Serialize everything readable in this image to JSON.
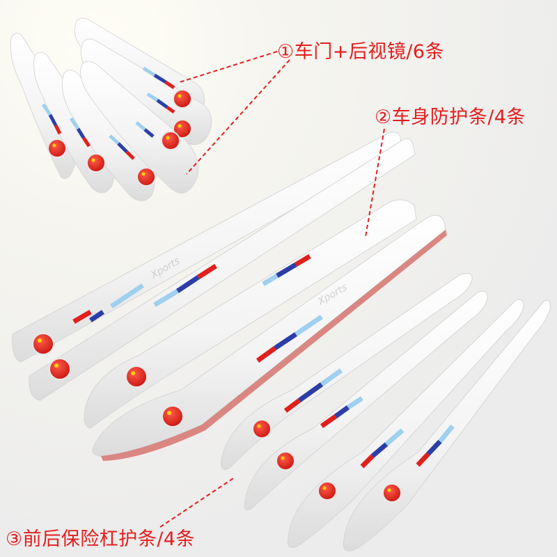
{
  "labels": {
    "door_mirror": "①车门+后视镜/6条",
    "body_strip": "②车身防护条/4条",
    "bumper": "③前后保险杠护条/4条"
  },
  "strip_brand_text": "Xports",
  "colors": {
    "callout_red": "#e41e1e",
    "strip_white": "#fbfbfb",
    "stripe_light_blue": "#9fd0ef",
    "stripe_dark_blue": "#2b3ea8",
    "stripe_red": "#e0201c",
    "flag_red": "#d91c1c",
    "flag_star": "#ffd300"
  }
}
